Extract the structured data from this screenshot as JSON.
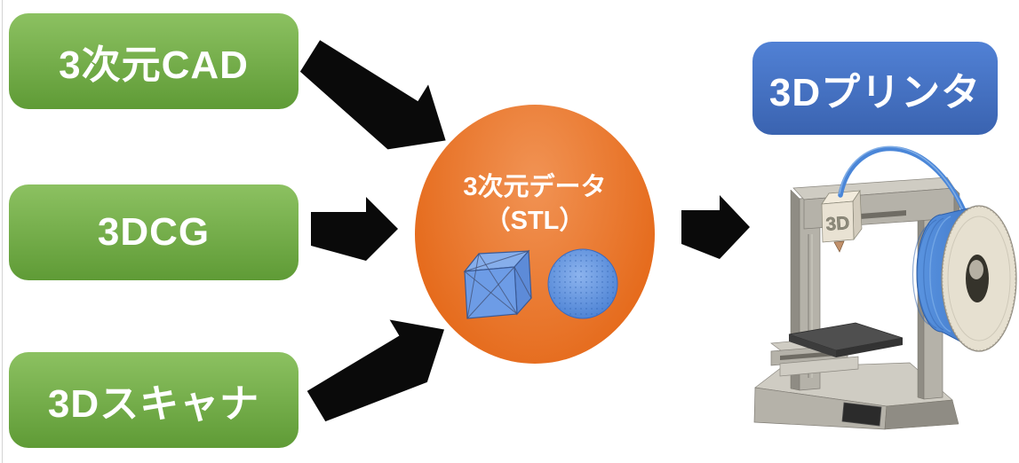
{
  "diagram": {
    "source_boxes": [
      {
        "label": "3次元CAD"
      },
      {
        "label": "3DCG"
      },
      {
        "label": "3Dスキャナ"
      }
    ],
    "center_node": {
      "title": "3次元データ",
      "subtitle": "（STL）",
      "icons": [
        "mesh-cube-icon",
        "mesh-sphere-icon"
      ]
    },
    "output_box": {
      "label": "3Dプリンタ"
    },
    "printer": {
      "head_label": "3D",
      "icon": "3d-printer-illustration"
    },
    "arrows": [
      {
        "from": "3次元CAD",
        "to": "3次元データ（STL）"
      },
      {
        "from": "3DCG",
        "to": "3次元データ（STL）"
      },
      {
        "from": "3Dスキャナ",
        "to": "3次元データ（STL）"
      },
      {
        "from": "3次元データ（STL）",
        "to": "3Dプリンタ"
      }
    ],
    "colors": {
      "source_box_top": "#8cc161",
      "source_box_bottom": "#5f9b36",
      "center_top": "#f19354",
      "center_bottom": "#e56a1b",
      "output_box_top": "#5181d5",
      "output_box_bottom": "#3a63b0",
      "arrow_black": "#0a0a0a",
      "model_blue": "#6d9ce6",
      "filament_blue": "#4a86d8",
      "text_white": "#ffffff"
    }
  }
}
